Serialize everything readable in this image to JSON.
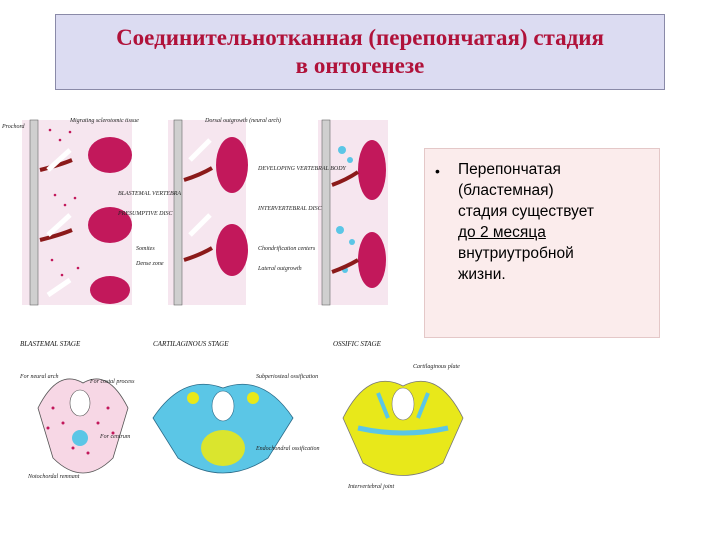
{
  "slide": {
    "title_line1": "Соединительнотканная (перепончатая) стадия",
    "title_line2": "в онтогенезе",
    "bullet_lines": [
      "Перепончатая",
      "(бластемная)",
      "стадия существует",
      "до 2 месяца",
      "внутриутробной",
      "жизни."
    ]
  },
  "figure_top": {
    "labels": [
      "Prochord",
      "Migrating sclerotomic tissue",
      "BLASTEMAL VERTEBRA",
      "PRESUMPTIVE DISC",
      "Somites",
      "Dense zone",
      "Dorsal outgrowth (neural arch)",
      "DEVELOPING VERTEBRAL BODY",
      "INTERVERTEBRAL DISC",
      "Chondrification centers",
      "Lateral outgrowth"
    ]
  },
  "figure_bottom": {
    "labels": [
      "BLASTEMAL STAGE",
      "CARTILAGINOUS STAGE",
      "OSSIFIC STAGE",
      "For neural arch",
      "For costal process",
      "For centrum",
      "Notochordal remnant",
      "Subperiosteal ossification",
      "Endochondral ossification",
      "Cartilaginous plate",
      "Intervertebral joint"
    ]
  },
  "colors": {
    "title_text": "#b0123a",
    "title_bg": "#dcdcf2",
    "magenta": "#c2185b",
    "cartilage": "#5bc6e6",
    "bone": "#e8e81a"
  }
}
